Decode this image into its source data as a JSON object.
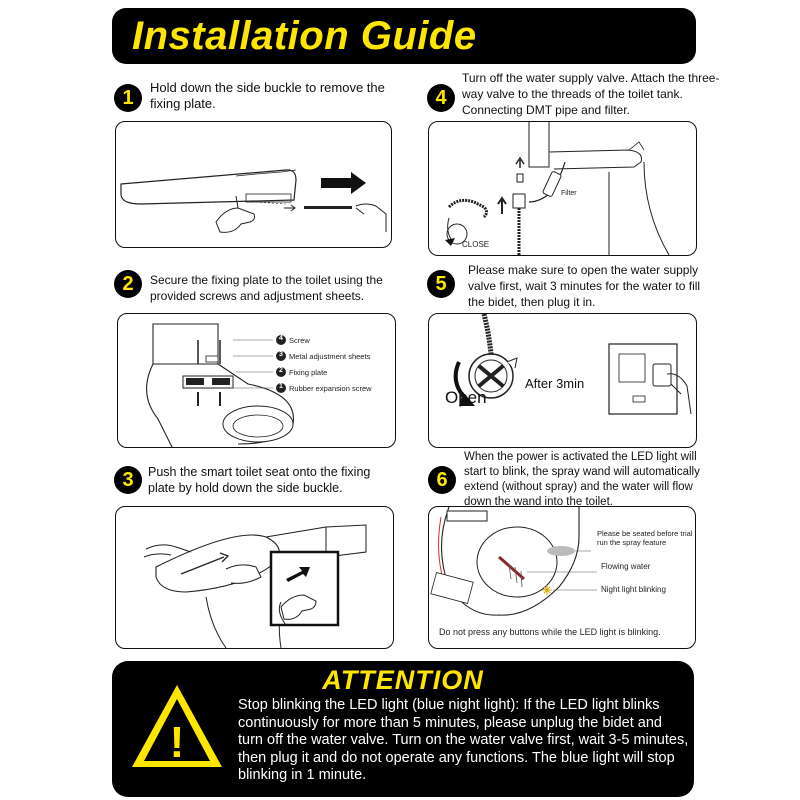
{
  "header": {
    "title": "Installation Guide"
  },
  "steps": [
    {
      "number": "1",
      "text": "Hold down the side buckle to remove the fixing plate."
    },
    {
      "number": "2",
      "text": "Secure the fixing plate to the toilet using the provided screws and adjustment sheets.",
      "labels": [
        "Screw",
        "Metal adjustment sheets",
        "Fixing plate",
        "Rubber expansion screw"
      ],
      "label_numbers": [
        "4",
        "3",
        "2",
        "1"
      ]
    },
    {
      "number": "3",
      "text": "Push the smart toilet seat onto the fixing plate by hold down the side buckle."
    },
    {
      "number": "4",
      "text": "Turn off the water supply valve.  Attach the three-way valve to the threads of the toilet tank. Connecting DMT pipe and filter.",
      "labels": {
        "filter": "Filter",
        "close": "CLOSE"
      }
    },
    {
      "number": "5",
      "text": "Please make sure to open the water supply valve first, wait 3 minutes for the water to fill the bidet, then plug it in.",
      "labels": {
        "open": "Open",
        "after": "After 3min"
      }
    },
    {
      "number": "6",
      "text": "When the power is activated the LED light will start to blink, the spray wand will automatically extend (without spray) and the water will flow down the wand into the toilet.",
      "labels": {
        "seated": "Please be seated before trial run the spray feature",
        "flowing": "Flowing water",
        "night": "Night light blinking",
        "note": "Do not press any buttons while the LED light is blinking."
      }
    }
  ],
  "attention": {
    "title": "ATTENTION",
    "text": "Stop blinking the LED light (blue night light): If the LED light blinks continuously for more than 5 minutes, please unplug the bidet and turn off the water valve. Turn on the water valve first, wait 3-5 minutes, then plug it and do not operate any functions. The blue light will stop blinking in 1 minute.",
    "icon_mark": "!"
  },
  "colors": {
    "accent": "#ffe600",
    "background": "#000000",
    "text": "#111111"
  }
}
